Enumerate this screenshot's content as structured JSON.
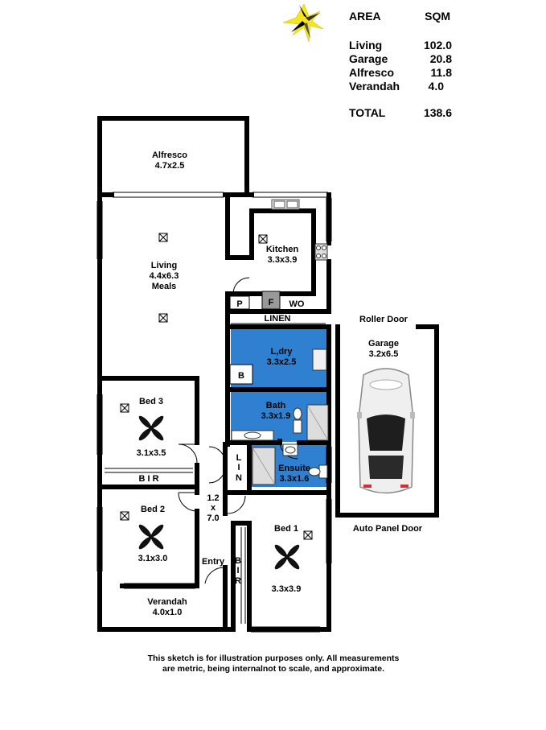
{
  "area_table": {
    "header_area": "AREA",
    "header_sqm": "SQM",
    "rows": [
      {
        "name": "Living",
        "sqm": "102.0"
      },
      {
        "name": "Garage",
        "sqm": "20.8"
      },
      {
        "name": "Alfresco",
        "sqm": "11.8"
      },
      {
        "name": "Verandah",
        "sqm": "4.0"
      }
    ],
    "total_label": "TOTAL",
    "total_value": "138.6"
  },
  "rooms": {
    "alfresco": {
      "name": "Alfresco",
      "size": "4.7x2.5"
    },
    "living": {
      "name": "Living",
      "size": "4.4x6.3",
      "extra": "Meals"
    },
    "kitchen": {
      "name": "Kitchen",
      "size": "3.3x3.9"
    },
    "laundry": {
      "name": "L,dry",
      "size": "3.3x2.5"
    },
    "bath": {
      "name": "Bath",
      "size": "3.3x1.9"
    },
    "ensuite": {
      "name": "Ensuite",
      "size": "3.3x1.6"
    },
    "garage": {
      "name": "Garage",
      "size": "3.2x6.5"
    },
    "bed3": {
      "name": "Bed 3",
      "size": "3.1x3.5"
    },
    "bed2": {
      "name": "Bed 2",
      "size": "3.1x3.0"
    },
    "bed1": {
      "name": "Bed 1",
      "size": "3.3x3.9"
    },
    "verandah": {
      "name": "Verandah",
      "size": "4.0x1.0"
    },
    "hall": {
      "w": "1.2",
      "x": "x",
      "h": "7.0"
    },
    "entry": "Entry"
  },
  "labels": {
    "pantry": "P",
    "fridge": "F",
    "wo": "WO",
    "linen": "LINEN",
    "b": "B",
    "lin_l": "L",
    "lin_i": "I",
    "lin_n": "N",
    "bir_b": "B",
    "bir_i": "I",
    "bir_r": "R",
    "bir3": "B I R",
    "roller_door": "Roller Door",
    "auto_panel_door": "Auto Panel Door"
  },
  "footer": {
    "line1": "This sketch is for illustration purposes only.   All measurements",
    "line2": "are metric, being internalnot to scale, and approximate."
  },
  "colors": {
    "wet_area": "#2f80d0",
    "wall": "#000000",
    "compass": "#f5e51e"
  }
}
